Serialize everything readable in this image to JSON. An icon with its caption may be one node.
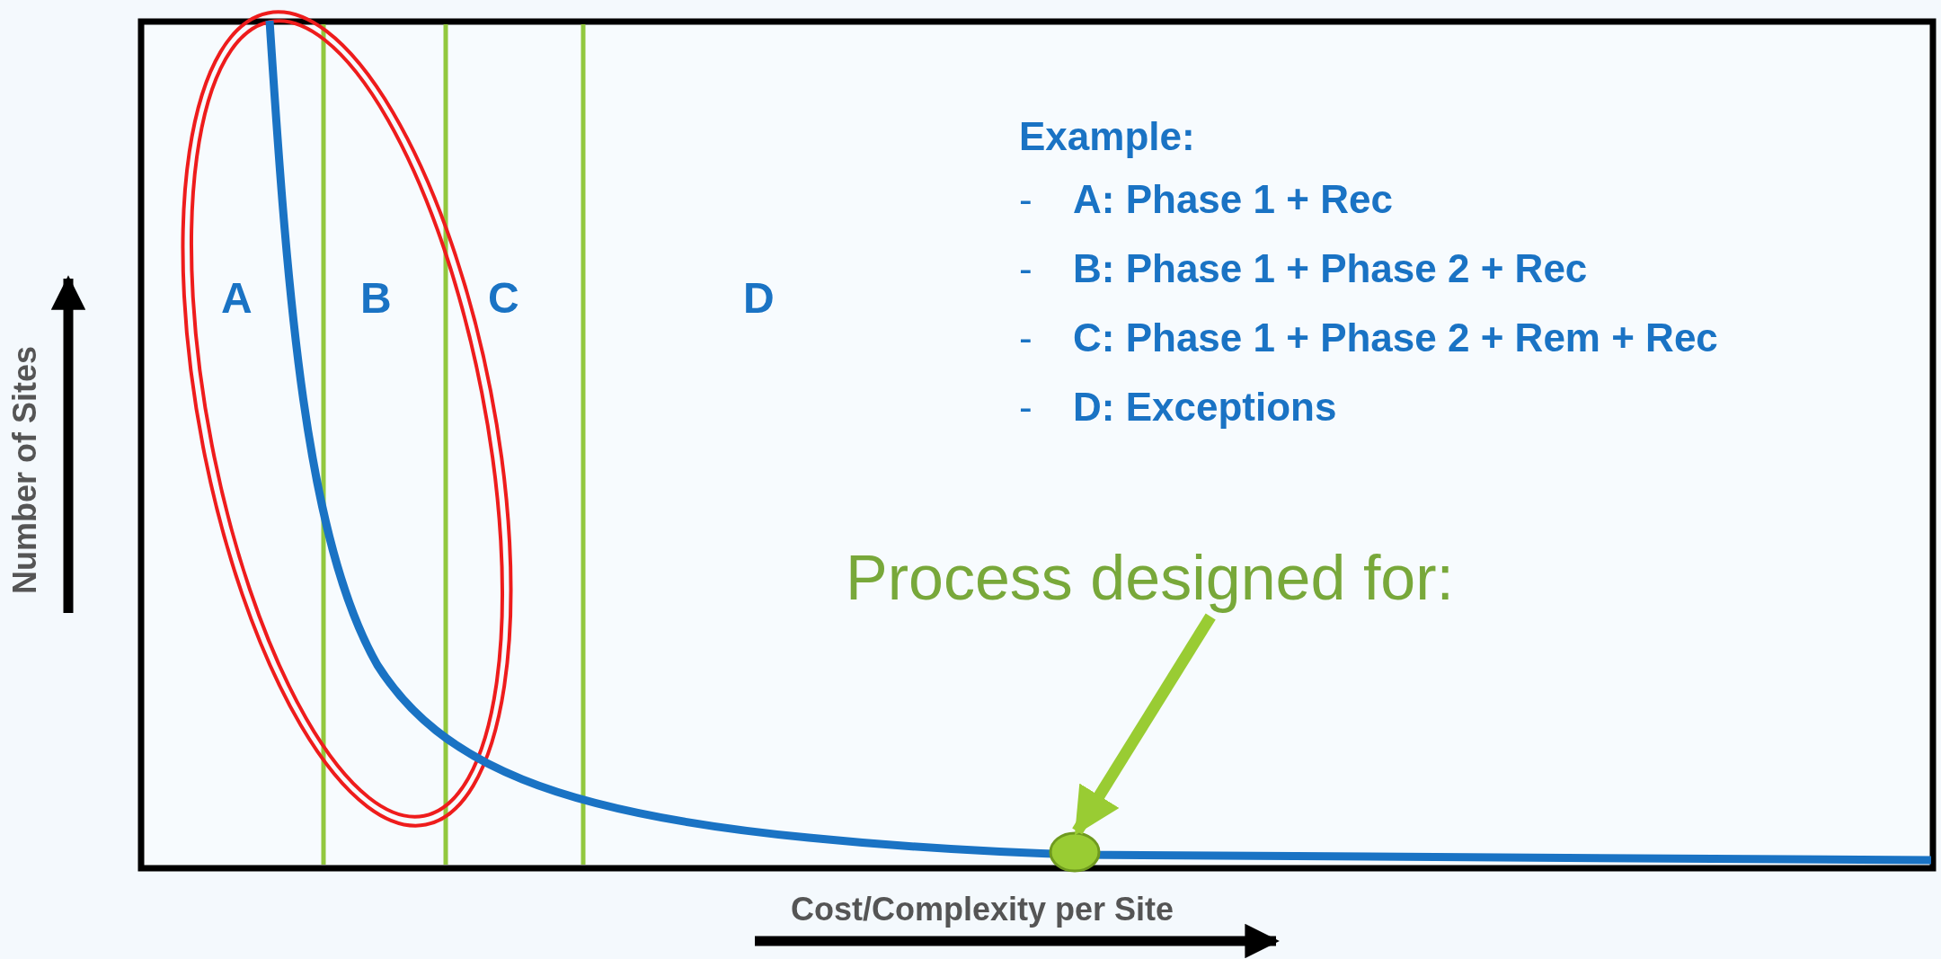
{
  "diagram": {
    "nodes": [
      {
        "text": [
          "Process designed for:"
        ]
      },
      {
        "text": [],
        "shape": "circle"
      }
    ],
    "edges": [
      {
        "from": 0,
        "to": 1,
        "arrow": "to"
      }
    ],
    "labels": [
      "Example:",
      "-",
      "A: Phase 1 + Rec",
      "-",
      "B: Phase 1 + Phase 2 + Rec",
      "-",
      "C: Phase 1 + Phase 2 + Rem + Rec",
      "-",
      "D: Exceptions",
      "A",
      "B",
      "C",
      "D",
      "Number of Sites",
      "Cost/Complexity per Site"
    ]
  }
}
